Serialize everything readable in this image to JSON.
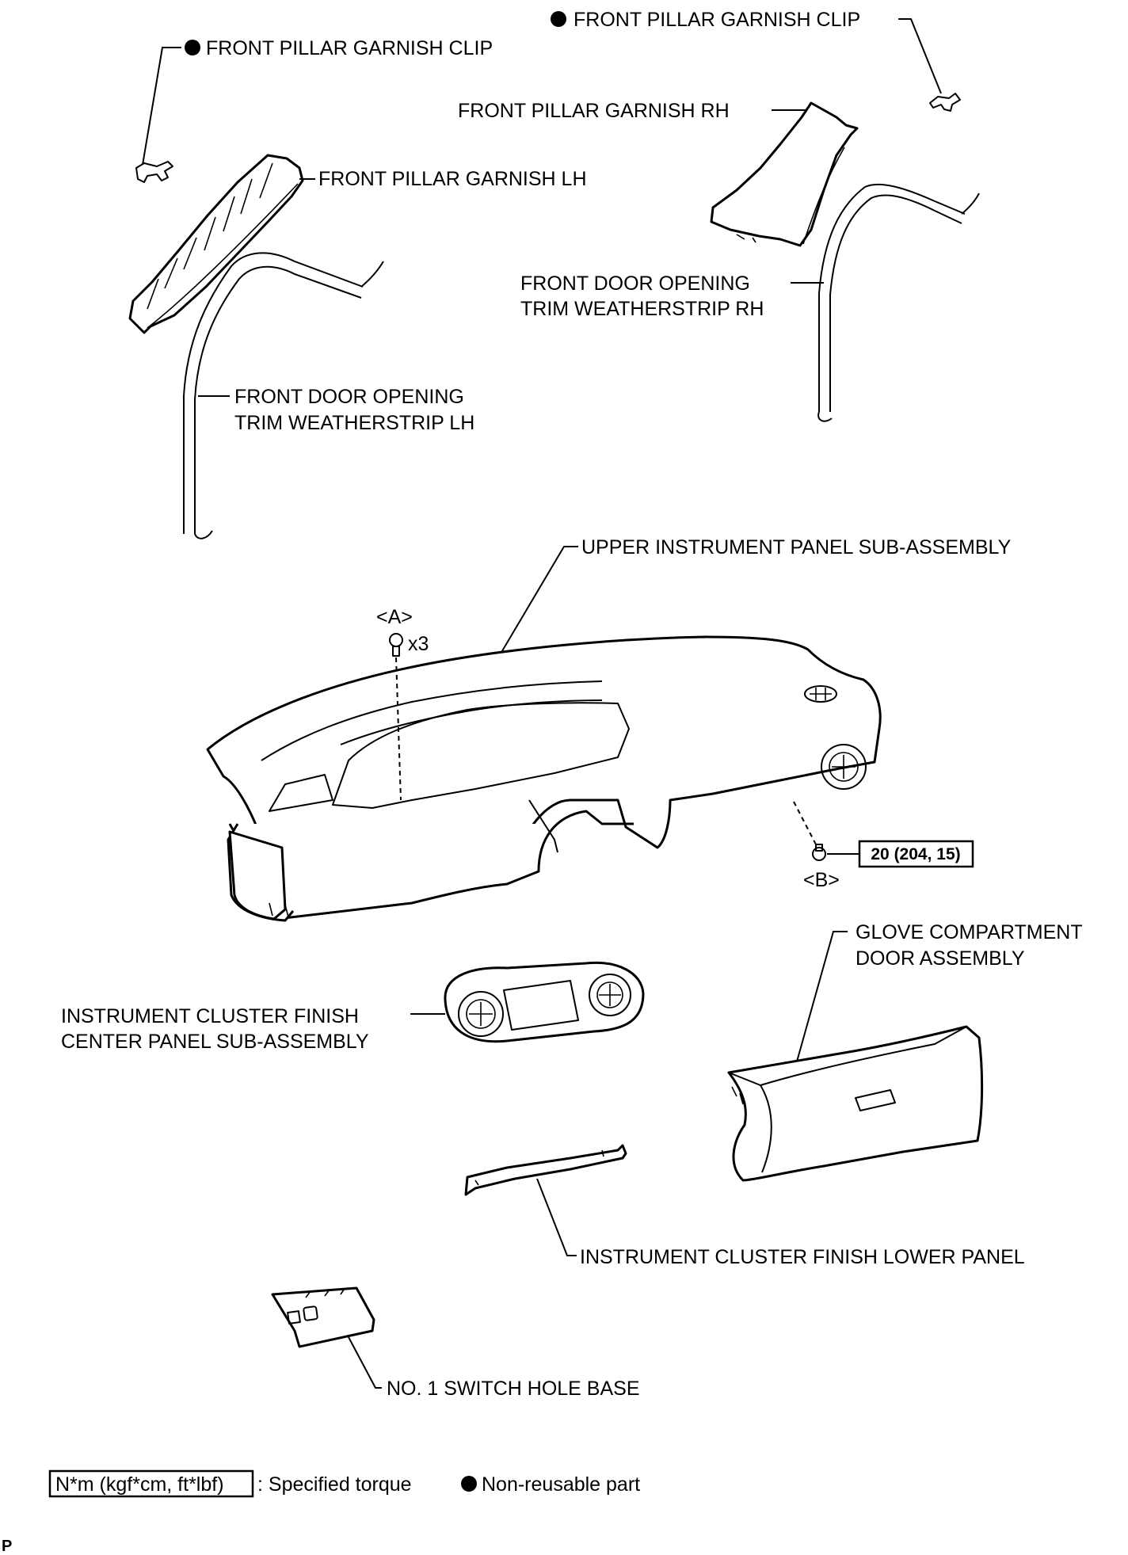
{
  "labels": {
    "clip_lh": "FRONT PILLAR GARNISH CLIP",
    "clip_rh": "FRONT PILLAR GARNISH CLIP",
    "garnish_rh": "FRONT PILLAR GARNISH RH",
    "garnish_lh": "FRONT PILLAR GARNISH LH",
    "weatherstrip_rh_1": "FRONT DOOR OPENING",
    "weatherstrip_rh_2": "TRIM WEATHERSTRIP RH",
    "weatherstrip_lh_1": "FRONT DOOR OPENING",
    "weatherstrip_lh_2": "TRIM WEATHERSTRIP LH",
    "upper_panel": "UPPER INSTRUMENT PANEL SUB-ASSEMBLY",
    "callout_a": "<A>",
    "callout_a_qty": "x3",
    "callout_b": "<B>",
    "torque_b": "20 (204, 15)",
    "glove_1": "GLOVE COMPARTMENT",
    "glove_2": "DOOR ASSEMBLY",
    "cluster_center_1": "INSTRUMENT CLUSTER FINISH",
    "cluster_center_2": "CENTER PANEL SUB-ASSEMBLY",
    "cluster_lower": "INSTRUMENT CLUSTER FINISH LOWER PANEL",
    "switch_base": "NO. 1 SWITCH HOLE BASE"
  },
  "legend": {
    "torque_unit": "N*m (kgf*cm, ft*lbf)",
    "torque_desc": ": Specified torque",
    "nonreusable_desc": "Non-reusable part"
  },
  "corner_mark": "P"
}
